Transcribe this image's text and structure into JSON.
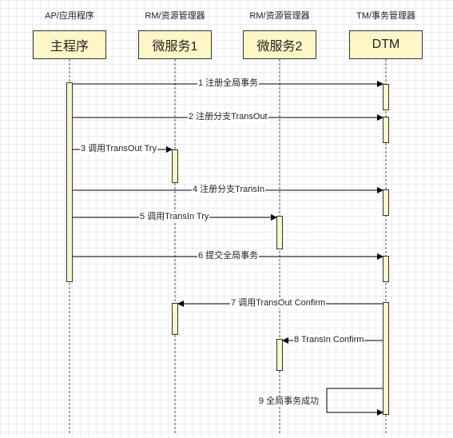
{
  "participants": [
    {
      "header": "AP/应用程序",
      "name": "主程序"
    },
    {
      "header": "RM/资源管理器",
      "name": "微服务1"
    },
    {
      "header": "RM/资源管理器",
      "name": "微服务2"
    },
    {
      "header": "TM/事务管理器",
      "name": "DTM"
    }
  ],
  "messages": [
    {
      "label": "1 注册全局事务"
    },
    {
      "label": "2 注册分支TransOut"
    },
    {
      "label": "3 调用TransOut Try"
    },
    {
      "label": "4 注册分支TransIn"
    },
    {
      "label": "5 调用TransIn Try"
    },
    {
      "label": "6 提交全局事务"
    },
    {
      "label": "7 调用TransOut Confirm"
    },
    {
      "label": "8 TransIn Confirm"
    },
    {
      "label": "9 全局事务成功"
    }
  ]
}
